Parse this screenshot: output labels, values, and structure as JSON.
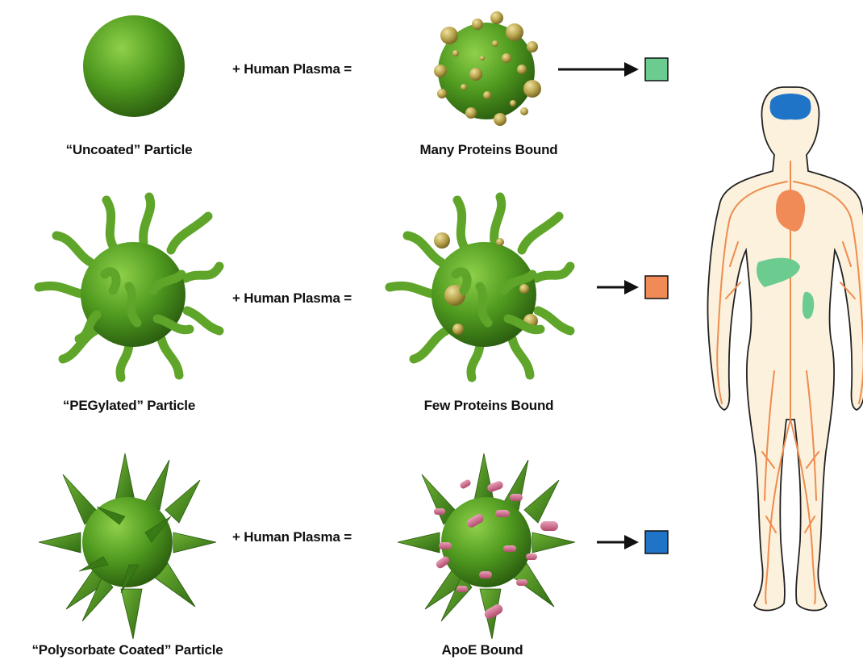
{
  "rows": [
    {
      "particle_label": "“Uncoated” Particle",
      "operator_label": "+ Human Plasma =",
      "result_label": "Many Proteins Bound",
      "target_color": "#6ccb8f",
      "target_organ": "liver-spleen"
    },
    {
      "particle_label": "“PEGylated” Particle",
      "operator_label": "+ Human Plasma =",
      "result_label": "Few Proteins Bound",
      "target_color": "#f08a57",
      "target_organ": "heart-blood"
    },
    {
      "particle_label": "“Polysorbate Coated” Particle",
      "operator_label": "+ Human Plasma =",
      "result_label": "ApoE Bound",
      "target_color": "#1f74c8",
      "target_organ": "brain"
    }
  ],
  "colors": {
    "particle_green": "#4f8f1f",
    "protein_gold": "#b7a24a",
    "apoe_pink": "#c75a7e",
    "body_fill": "#fbf1dc",
    "vessel_orange": "#ef8c4f",
    "brain_blue": "#1f74c8",
    "heart_orange": "#f08a57",
    "liver_green": "#6ccb8f"
  },
  "icons": [
    "sphere-particle-icon",
    "pegylated-particle-icon",
    "spiked-particle-icon",
    "arrow-right-icon",
    "human-body-icon"
  ]
}
